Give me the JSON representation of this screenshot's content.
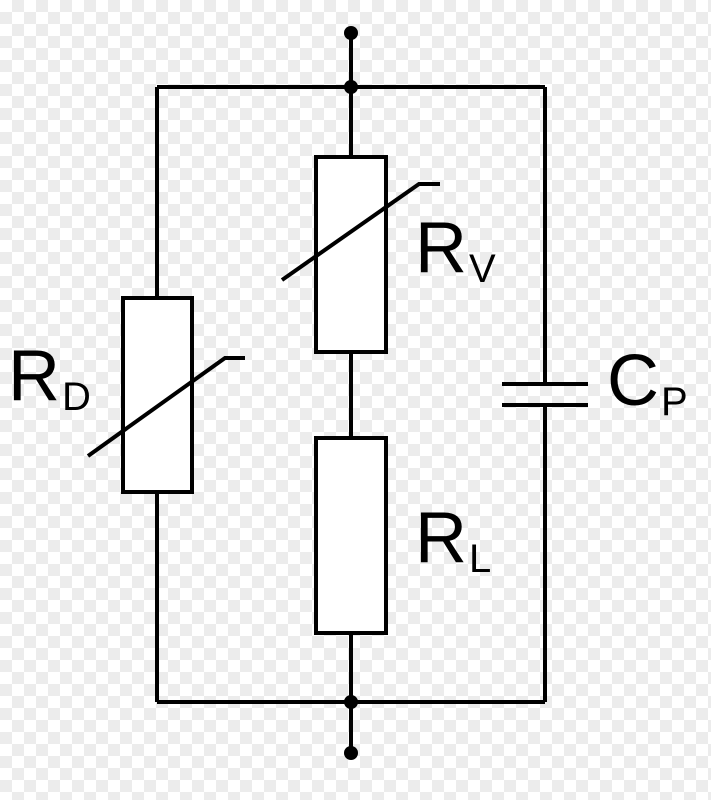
{
  "diagram": {
    "components": {
      "rd": {
        "letter": "R",
        "subscript": "D",
        "kind": "variable resistor"
      },
      "rv": {
        "letter": "R",
        "subscript": "V",
        "kind": "variable resistor"
      },
      "rl": {
        "letter": "R",
        "subscript": "L",
        "kind": "resistor"
      },
      "cp": {
        "letter": "C",
        "subscript": "P",
        "kind": "capacitor"
      }
    },
    "colors": {
      "wire": "#000000",
      "background": "#ffffff",
      "checker": "#ececec"
    }
  }
}
